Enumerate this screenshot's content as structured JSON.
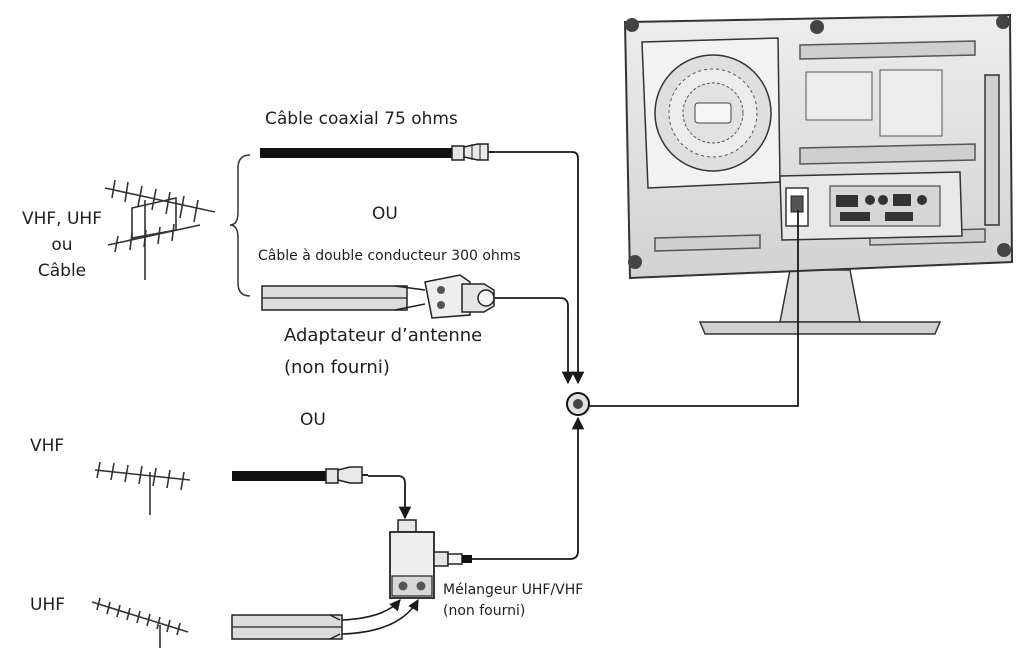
{
  "labels": {
    "coax_cable": "Câble coaxial 75 ohms",
    "or_top": "OU",
    "twin_lead": "Câble à double conducteur 300 ohms",
    "antenna_adapter_line1": "Adaptateur d’antenne",
    "antenna_adapter_line2": "(non fourni)",
    "or_middle": "OU",
    "source_line1": "VHF, UHF",
    "source_line2": "ou",
    "source_line3": "Câble",
    "vhf": "VHF",
    "uhf": "UHF",
    "mixer_line1": "Mélangeur UHF/VHF",
    "mixer_line2": "(non fourni)"
  },
  "icons": {
    "antenna": "yagi-antenna-icon",
    "tv": "tv-rear-panel-illustration",
    "connector": "rf-connector-icon"
  },
  "colors": {
    "line": "#1a1a1a",
    "tv_body": "#e4e4e4",
    "tv_shadow": "#bdbdbd",
    "twin_lead_fill": "#dcdcdc"
  }
}
